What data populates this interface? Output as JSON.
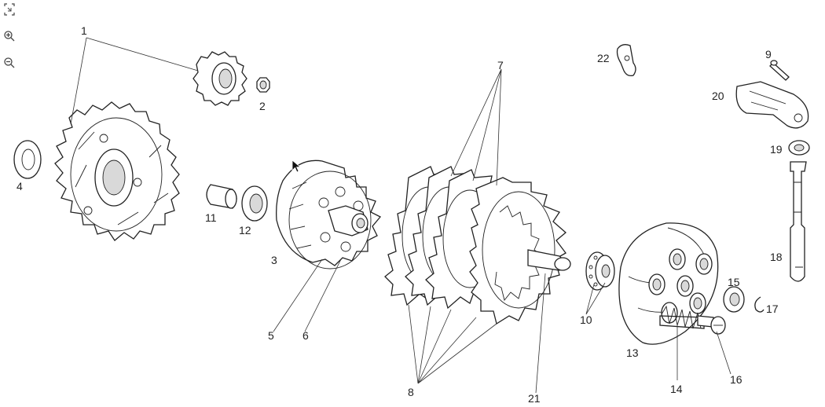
{
  "viewer": {
    "toolbar": {
      "tools": [
        {
          "name": "fit-to-window",
          "icon": "fit-window-icon"
        },
        {
          "name": "zoom-in",
          "icon": "zoom-in-icon"
        },
        {
          "name": "zoom-out",
          "icon": "zoom-out-icon"
        }
      ]
    }
  },
  "diagram": {
    "callouts": [
      "1",
      "2",
      "3",
      "4",
      "5",
      "6",
      "7",
      "8",
      "9",
      "10",
      "11",
      "12",
      "13",
      "14",
      "15",
      "16",
      "17",
      "18",
      "19",
      "20",
      "21",
      "22"
    ]
  }
}
